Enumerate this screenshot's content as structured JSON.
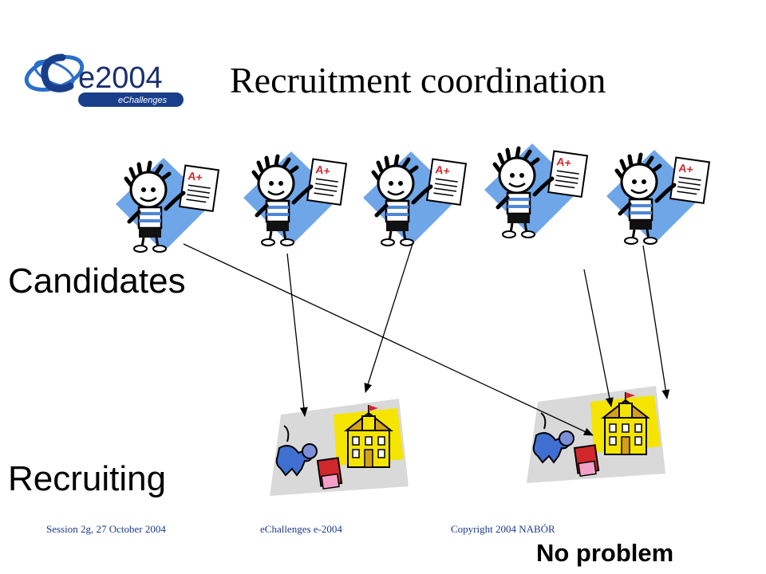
{
  "slide": {
    "title": "Recruitment coordination",
    "logo_text": "e2004",
    "logo_subtext": "eChallenges",
    "candidates_label": "Candidates",
    "recruiting_label": "Recruiting",
    "conclusion": "No problem",
    "grade_mark": "A+"
  },
  "footer": {
    "session": "Session 2g, 27 October 2004",
    "event": "eChallenges e-2004",
    "copyright": "Copyright 2004 NABÓR"
  },
  "diagram": {
    "candidates": [
      "candidate-1",
      "candidate-2",
      "candidate-3",
      "candidate-4",
      "candidate-5"
    ],
    "recruiters": [
      "recruiter-1",
      "recruiter-2"
    ],
    "links": [
      {
        "from": 0,
        "to": 1
      },
      {
        "from": 1,
        "to": 0
      },
      {
        "from": 2,
        "to": 0
      },
      {
        "from": 3,
        "to": 1
      },
      {
        "from": 4,
        "to": 1
      }
    ]
  },
  "colors": {
    "diamond": "#6fa6e8",
    "shirt_stripe": "#4f86d6",
    "school_yellow": "#f5e400",
    "school_roof": "#d4a017",
    "bag_red": "#d0282c",
    "dog_blue": "#3f6fd1",
    "footer": "#1d3a8a"
  }
}
